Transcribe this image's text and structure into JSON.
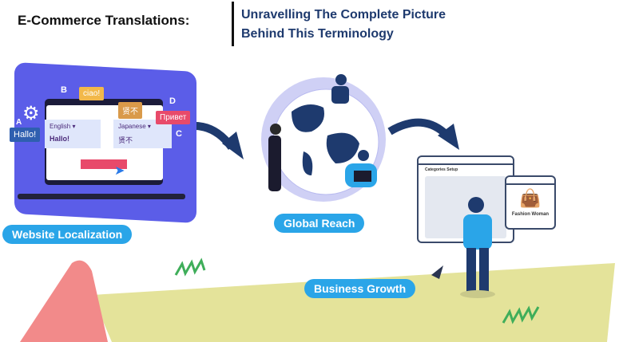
{
  "header": {
    "title_left": "E-Commerce Translations:",
    "title_right_line1": "Unravelling The Complete Picture",
    "title_right_line2": "Behind This Terminology"
  },
  "localization": {
    "label": "Website Localization",
    "ciao": "ciao!",
    "hallo_tag": "Hallo!",
    "privet": "Привет",
    "jp_tag": "贤不",
    "english_label": "English ▾",
    "english_value": "Hallo!",
    "japanese_label": "Japanese ▾",
    "japanese_value": "贤不",
    "letters": [
      "A",
      "B",
      "C",
      "D"
    ]
  },
  "global": {
    "label": "Global Reach"
  },
  "growth": {
    "label": "Business Growth",
    "window_title": "Categories Setup",
    "product_label": "Fashion Woman"
  },
  "colors": {
    "purple": "#5b5de8",
    "pill": "#2aa5e8",
    "navy": "#1e3a6e",
    "yellow": "#e4e39a",
    "pink": "#f28a8a",
    "green": "#3fae5a"
  }
}
